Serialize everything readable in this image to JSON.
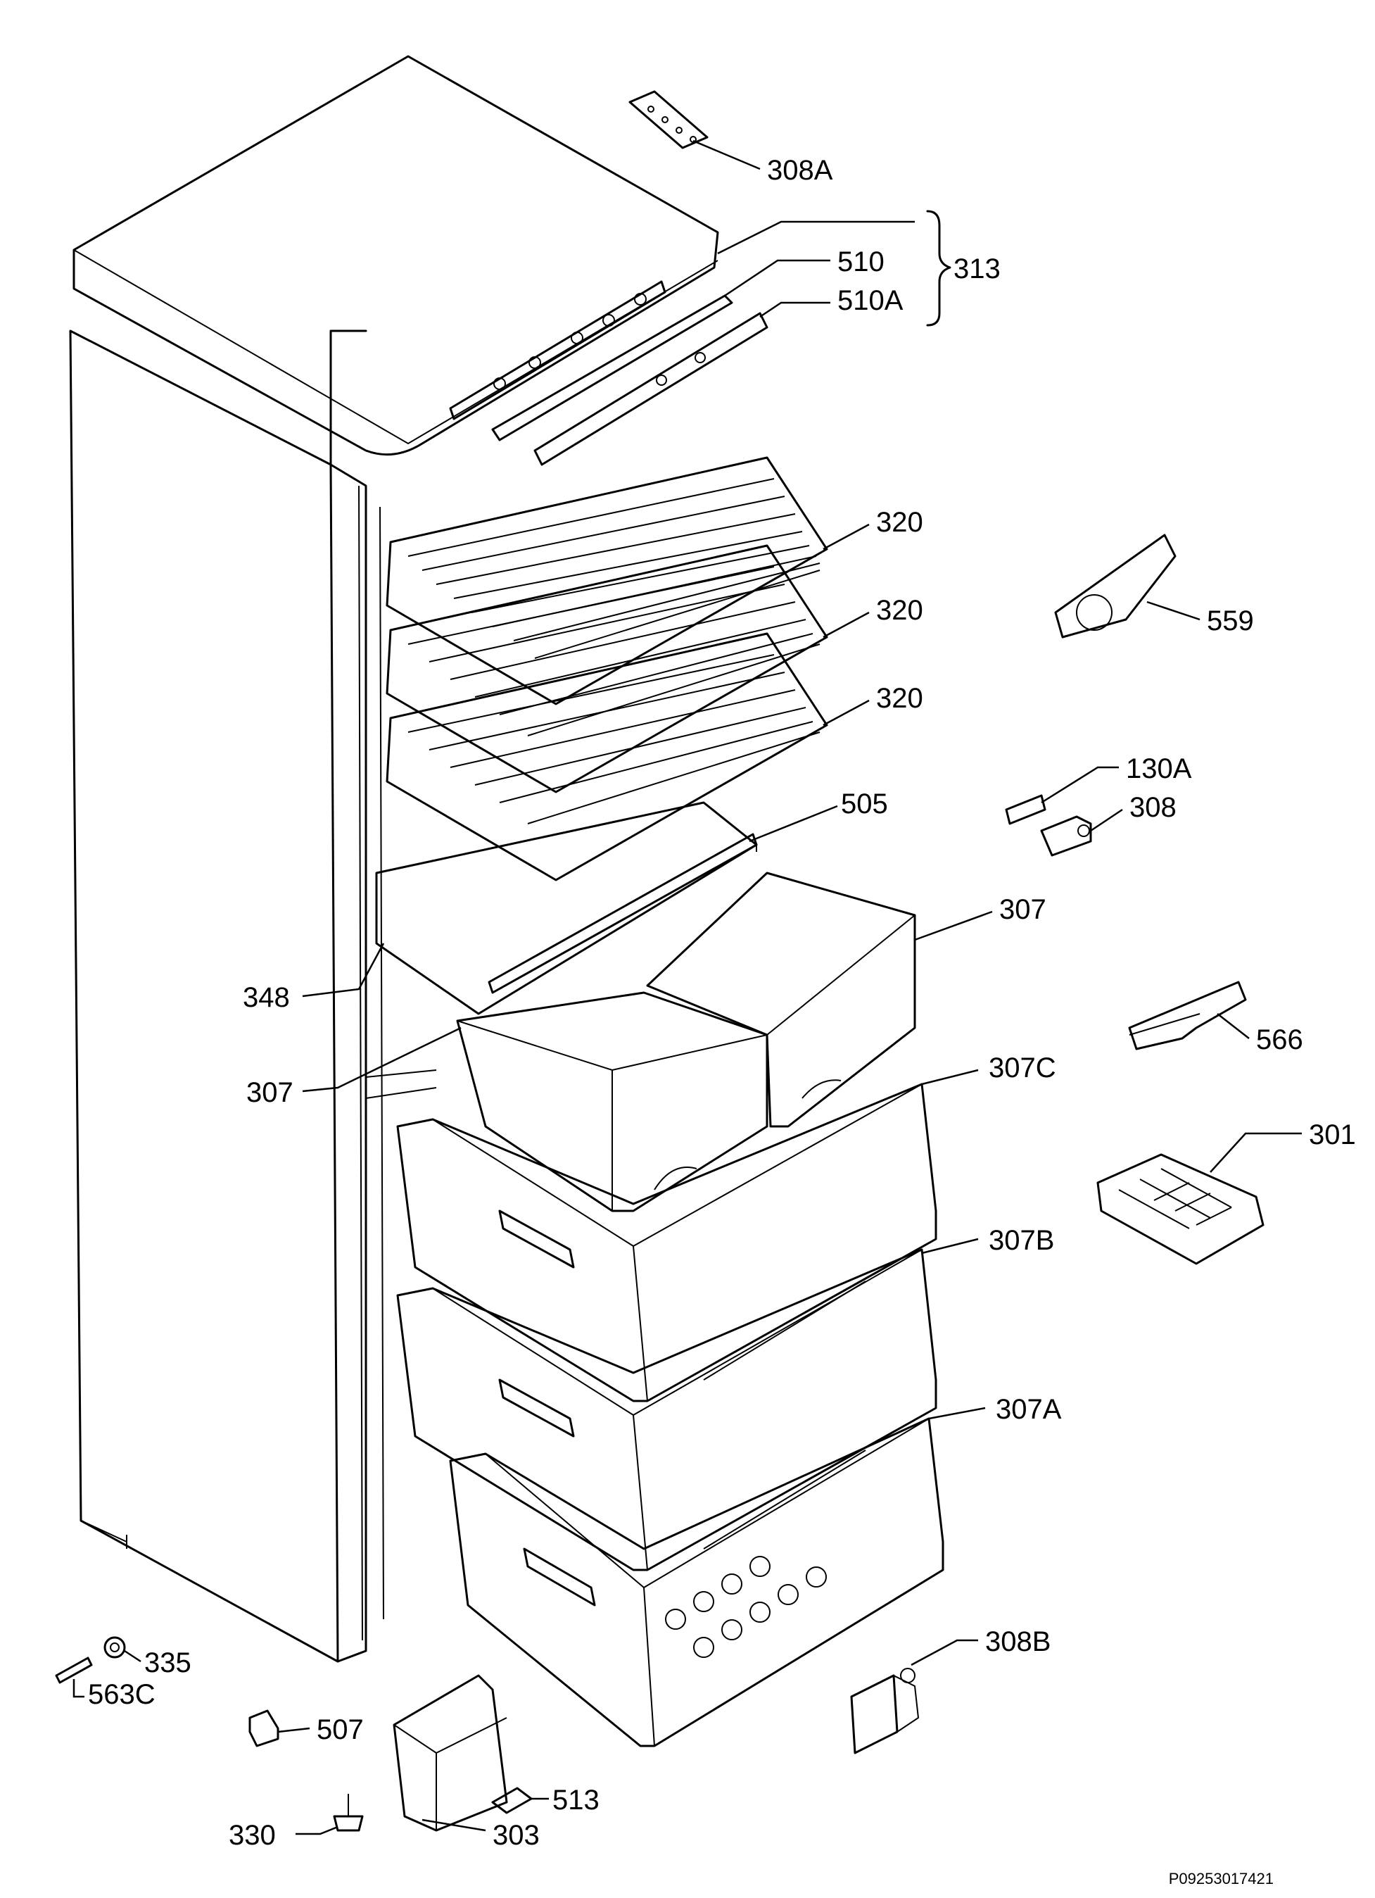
{
  "labels": {
    "l308A": "308A",
    "l313": "313",
    "l510": "510",
    "l510A": "510A",
    "l320a": "320",
    "l320b": "320",
    "l320c": "320",
    "l559": "559",
    "l130A": "130A",
    "l308": "308",
    "l505": "505",
    "l307a": "307",
    "l348": "348",
    "l566": "566",
    "l307b": "307",
    "l307C": "307C",
    "l301": "301",
    "l307B": "307B",
    "l307A": "307A",
    "l308B": "308B",
    "l335": "335",
    "l563C": "563C",
    "l507": "507",
    "l513": "513",
    "l330": "330",
    "l303": "303"
  },
  "drawing_code": "P09253017421"
}
